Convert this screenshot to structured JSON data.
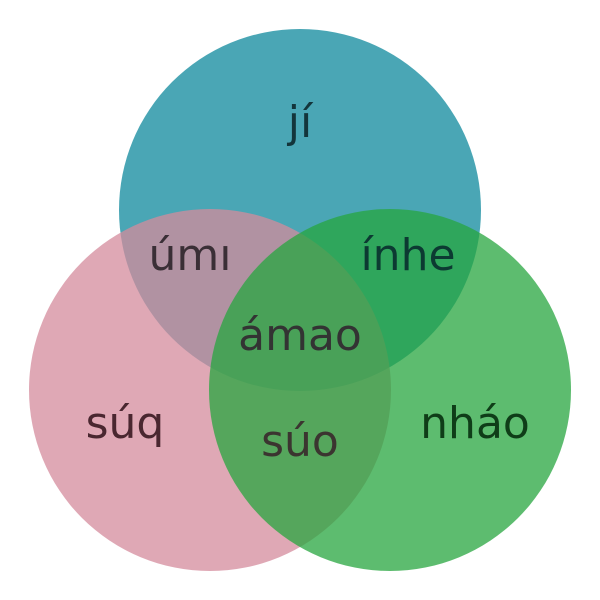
{
  "colors": {
    "background": "#ffffff",
    "set_a": "#2a97a8",
    "set_b": "#d48b9c",
    "set_c": "#27a63f"
  },
  "sets": {
    "a": {
      "label": "jí"
    },
    "b": {
      "label": "súq"
    },
    "c": {
      "label": "nháo"
    }
  },
  "intersections": {
    "ab": {
      "label": "úmı"
    },
    "ac": {
      "label": "ínhe"
    },
    "bc": {
      "label": "súo"
    },
    "abc": {
      "label": "ámao"
    }
  }
}
